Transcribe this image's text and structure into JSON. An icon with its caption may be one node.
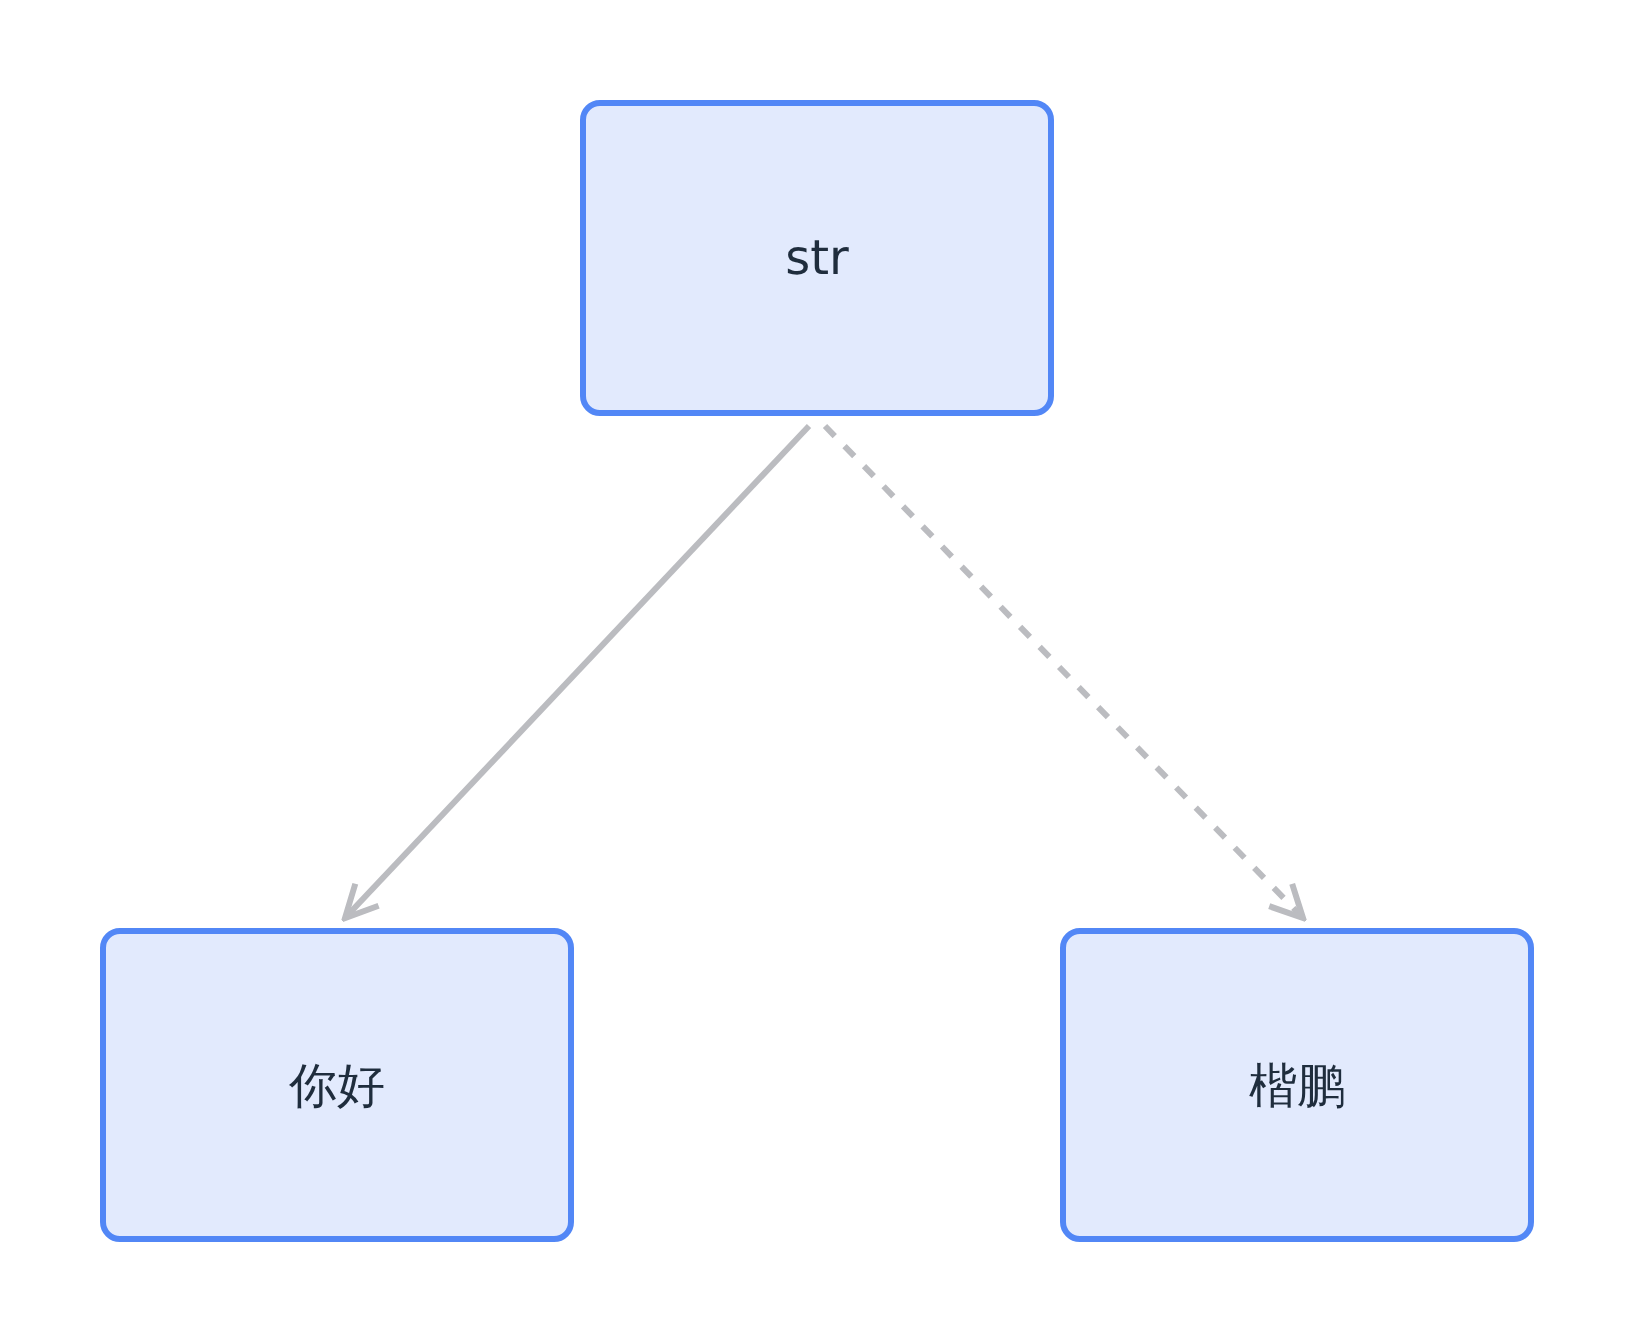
{
  "diagram": {
    "nodes": [
      {
        "text": [
          "str"
        ]
      },
      {
        "text": [
          "你好"
        ]
      },
      {
        "text": [
          "楷鹏"
        ]
      }
    ],
    "edges": [
      {
        "from": 0,
        "to": 1,
        "arrow": "to"
      },
      {
        "from": 0,
        "to": 2,
        "arrow": "to",
        "style": "dashed"
      }
    ]
  }
}
